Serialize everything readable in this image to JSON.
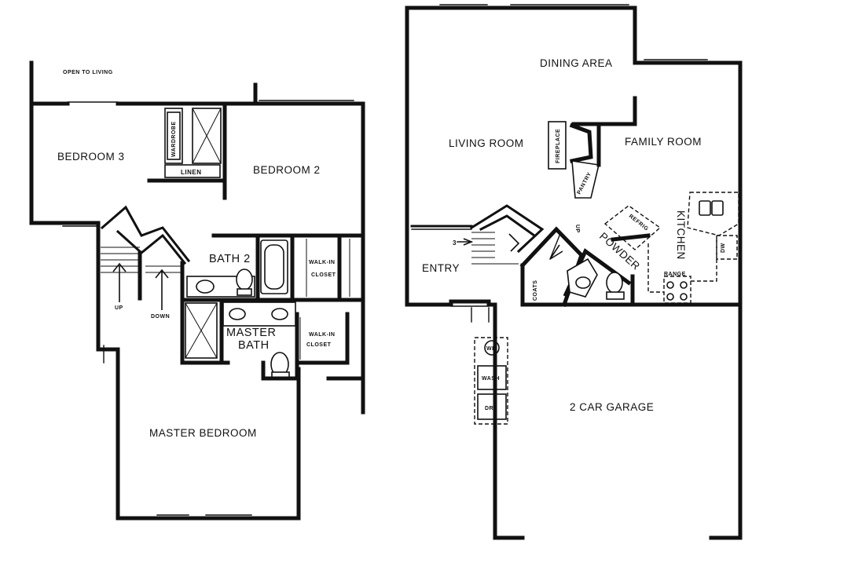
{
  "upper_floor": {
    "open_to_living": "OPEN TO LIVING",
    "bedroom_3": "BEDROOM 3",
    "bedroom_2": "BEDROOM 2",
    "wardrobe": "WARDROBE",
    "linen": "LINEN",
    "bath_2": "BATH 2",
    "walk_in_closet_1": [
      "WALK-IN",
      "CLOSET"
    ],
    "walk_in_closet_2": [
      "WALK-IN",
      "CLOSET"
    ],
    "master_bath": [
      "MASTER",
      "BATH"
    ],
    "stair_up": "UP",
    "stair_down": "DOWN",
    "master_bedroom": "MASTER BEDROOM"
  },
  "lower_floor": {
    "dining_area": "DINING AREA",
    "living_room": "LIVING ROOM",
    "family_room": "FAMILY ROOM",
    "fireplace": "FIREPLACE",
    "pantry": "PANTRY",
    "kitchen": "KITCHEN",
    "refrig": "REFRIG",
    "dw": "DW",
    "range": "RANGE",
    "entry": "ENTRY",
    "coats": "COATS",
    "powder": "POWDER",
    "stair_up": "UP",
    "stair_num": "3",
    "wh": "WH",
    "wash": "WASH",
    "dry": "DRY",
    "garage": "2 CAR GARAGE"
  }
}
